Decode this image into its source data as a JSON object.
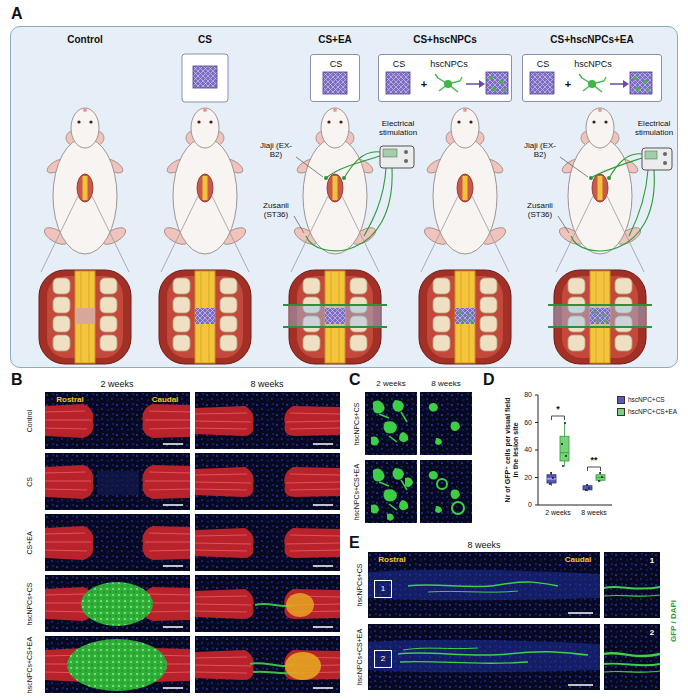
{
  "diagram": {
    "nodes": [
      {
        "text": [
          "A"
        ]
      },
      {
        "text": [
          "CS"
        ],
        "in": 0
      },
      {
        "text": [
          "CS",
          "hscNPCs"
        ],
        "in": 0
      },
      {
        "text": [
          "CS",
          "hscNPCs"
        ],
        "in": 0
      },
      {
        "text": [
          "1"
        ]
      },
      {
        "text": [
          "2"
        ]
      }
    ],
    "labels": [
      "Control",
      "CS",
      "CS+EA",
      "CS+hscNPCs",
      "CS+hscNPCs+EA",
      "Jiaji (EX-B2)",
      "Zusanli (ST36)",
      "Electrical stimulation",
      "Jiaji (EX-B2)",
      "Zusanli (ST36)",
      "Electrical stimulation",
      "+",
      "+",
      "B",
      "2 weeks",
      "8 weeks",
      "Rostral",
      "Caudal",
      "Control",
      "CS",
      "CS+EA",
      "hscNPCs+CS",
      "hscNPCs+CS+EA",
      "C",
      "2 weeks",
      "8 weeks",
      "hscNPCs+CS",
      "hscNPCs+CS+EA",
      "D",
      "Nr of GFP⁺ cells per visual field in the lesion site",
      "0",
      "20",
      "40",
      "60",
      "80",
      "2 weeks",
      "8 weeks",
      "*",
      "**",
      "E",
      "8 weeks",
      "Rostral",
      "Caudal",
      "hscNPCs+CS",
      "hscNPCs+CS+EA",
      "1",
      "2",
      "GFP / DAPI"
    ],
    "legend": [
      {
        "text": "hscNPC+CS",
        "color": "#5b5bb5"
      },
      {
        "text": "hscNPC+CS+EA",
        "color": "#79d279"
      }
    ]
  }
}
